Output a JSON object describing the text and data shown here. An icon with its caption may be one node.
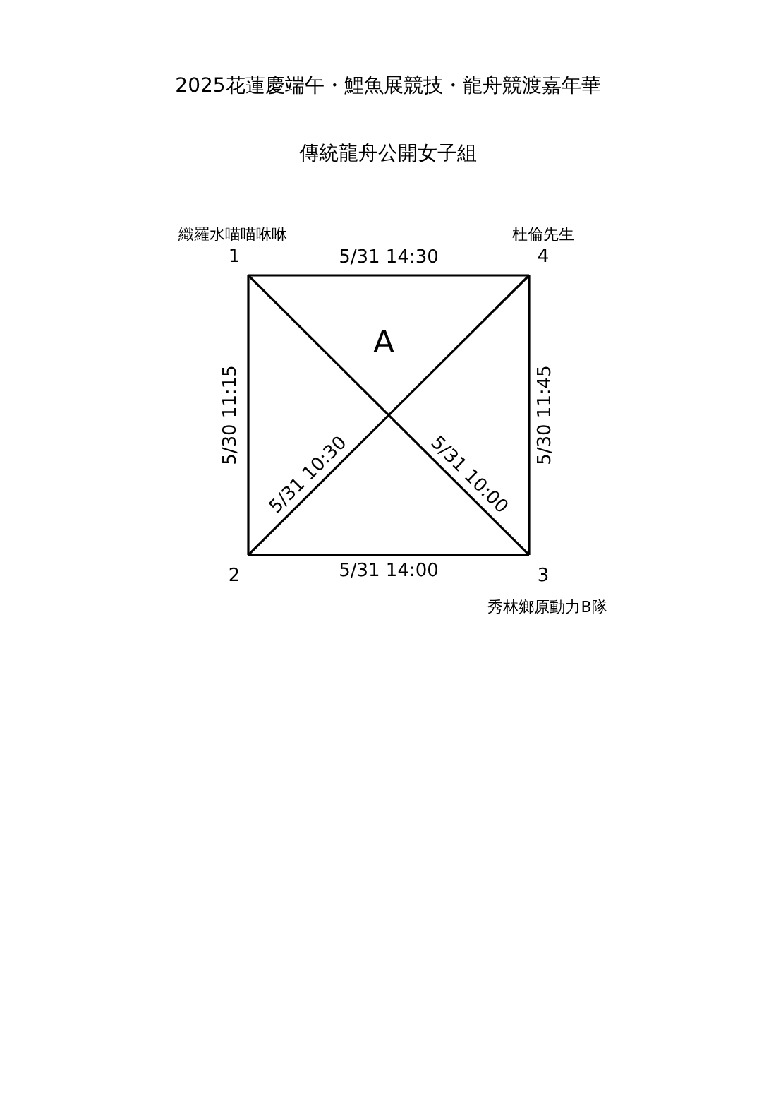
{
  "diagram": {
    "title": "2025花蓮慶端午・鯉魚展競技・龍舟競渡嘉年華",
    "caption": "傳統龍舟公開女子組",
    "nodes": [
      {
        "text": [
          "1"
        ],
        "beside": [
          "織羅水喵喵咻咻"
        ]
      },
      {
        "text": [
          "2"
        ]
      },
      {
        "text": [
          "3"
        ],
        "beside": [
          "秀林鄉原動力B隊"
        ]
      },
      {
        "text": [
          "4"
        ],
        "beside": [
          "杜倫先生"
        ]
      }
    ],
    "edges": [
      {
        "from": 0,
        "to": 3,
        "arrow": "none",
        "label": "5/31 14:30"
      },
      {
        "from": 0,
        "to": 1,
        "arrow": "none",
        "label": "5/30 11:15"
      },
      {
        "from": 3,
        "to": 2,
        "arrow": "none",
        "label": "5/30 11:45"
      },
      {
        "from": 1,
        "to": 2,
        "arrow": "none",
        "label": "5/31 14:00"
      },
      {
        "from": 1,
        "to": 3,
        "arrow": "none",
        "label": "5/31 10:30"
      },
      {
        "from": 0,
        "to": 2,
        "arrow": "none",
        "label": "5/31 10:00"
      }
    ],
    "labels": [
      "A"
    ]
  }
}
